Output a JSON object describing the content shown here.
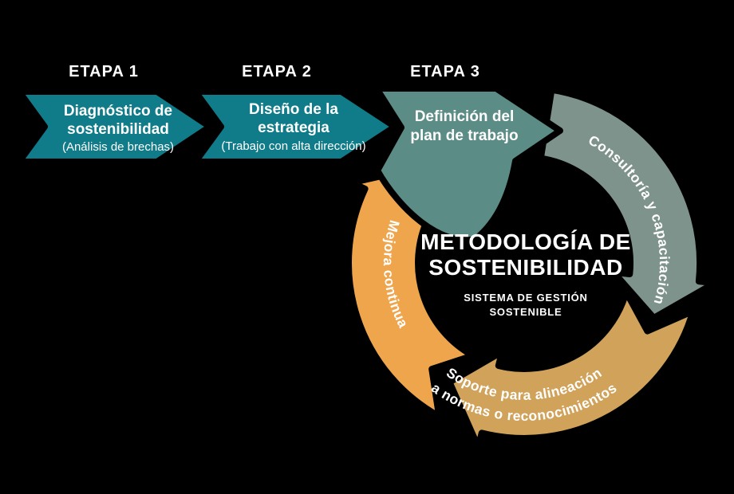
{
  "background": "#000000",
  "text_color": "#ffffff",
  "stages": [
    {
      "etapa": "ETAPA 1",
      "line1": "Diagnóstico de",
      "line2": "sostenibilidad",
      "note": "(Análisis de brechas)",
      "color": "#107c89"
    },
    {
      "etapa": "ETAPA 2",
      "line1": "Diseño de la",
      "line2": "estrategia",
      "note": "(Trabajo con alta dirección)",
      "color": "#107c89"
    },
    {
      "etapa": "ETAPA 3",
      "line1": "Definición del",
      "line2": "plan de trabajo",
      "note": "",
      "color": "#5c8c86"
    }
  ],
  "cycle": {
    "title_line1": "METODOLOGÍA DE",
    "title_line2": "SOSTENIBILIDAD",
    "subtitle_line1": "SISTEMA DE GESTIÓN",
    "subtitle_line2": "SOSTENIBLE",
    "arcs": [
      {
        "name": "consultoria-y-capacitacion",
        "label": "Consultoría y capacitación",
        "color": "#7d938b"
      },
      {
        "name": "soporte-alineacion",
        "label_line1": "Soporte para alineación",
        "label_line2": "a normas o reconocimientos",
        "color": "#d0a25a"
      },
      {
        "name": "mejora-continua",
        "label": "Mejora continua",
        "color": "#efa54b"
      }
    ]
  }
}
